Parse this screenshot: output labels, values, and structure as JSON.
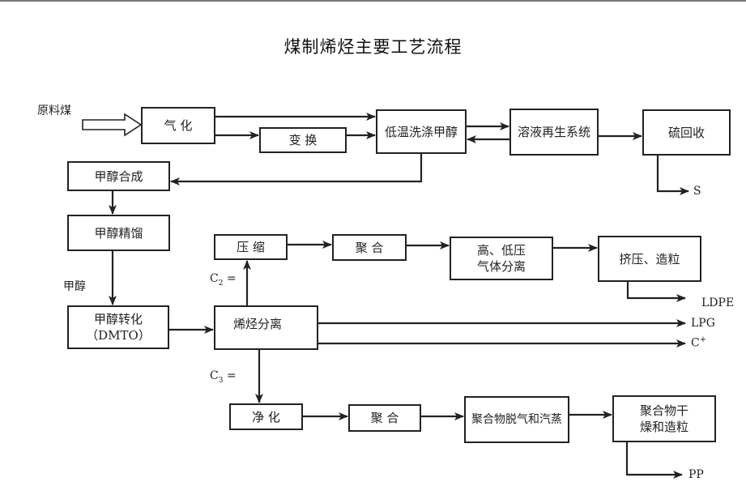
{
  "title": "煤制烯烃主要工艺流程",
  "feed_label": "原料煤",
  "nodes": {
    "gasification": "气 化",
    "shift": "变 换",
    "rectisol": "低温洗涤甲醇",
    "solvent_regen": "溶液再生系统",
    "sulfur_recovery": "硫回收",
    "methanol_synthesis": "甲醇合成",
    "methanol_distillation": "甲醇精馏",
    "methanol_conversion": "甲醇转化\n（DMTO）",
    "olefin_separation": "烯烃分离",
    "compression": "压 缩",
    "pe_polymerization": "聚 合",
    "hp_lp_separation": "高、低压\n气体分离",
    "extrusion_pelletizing": "挤压、造粒",
    "purification": "净 化",
    "pp_polymerization": "聚 合",
    "polymer_degassing": "聚合物脱气和汽蒸",
    "polymer_drying": "聚合物干\n燥和造粒"
  },
  "stream_labels": {
    "methanol": "甲醇",
    "ethylene": "C",
    "ethylene_sub": "2",
    "ethylene_suffix": " =",
    "propylene": "C",
    "propylene_sub": "3",
    "propylene_suffix": " =",
    "sulfur": "S",
    "ldpe": "LDPE",
    "lpg": "LPG",
    "c4plus": "C",
    "c4plus_sup": "+",
    "pp": "PP"
  }
}
